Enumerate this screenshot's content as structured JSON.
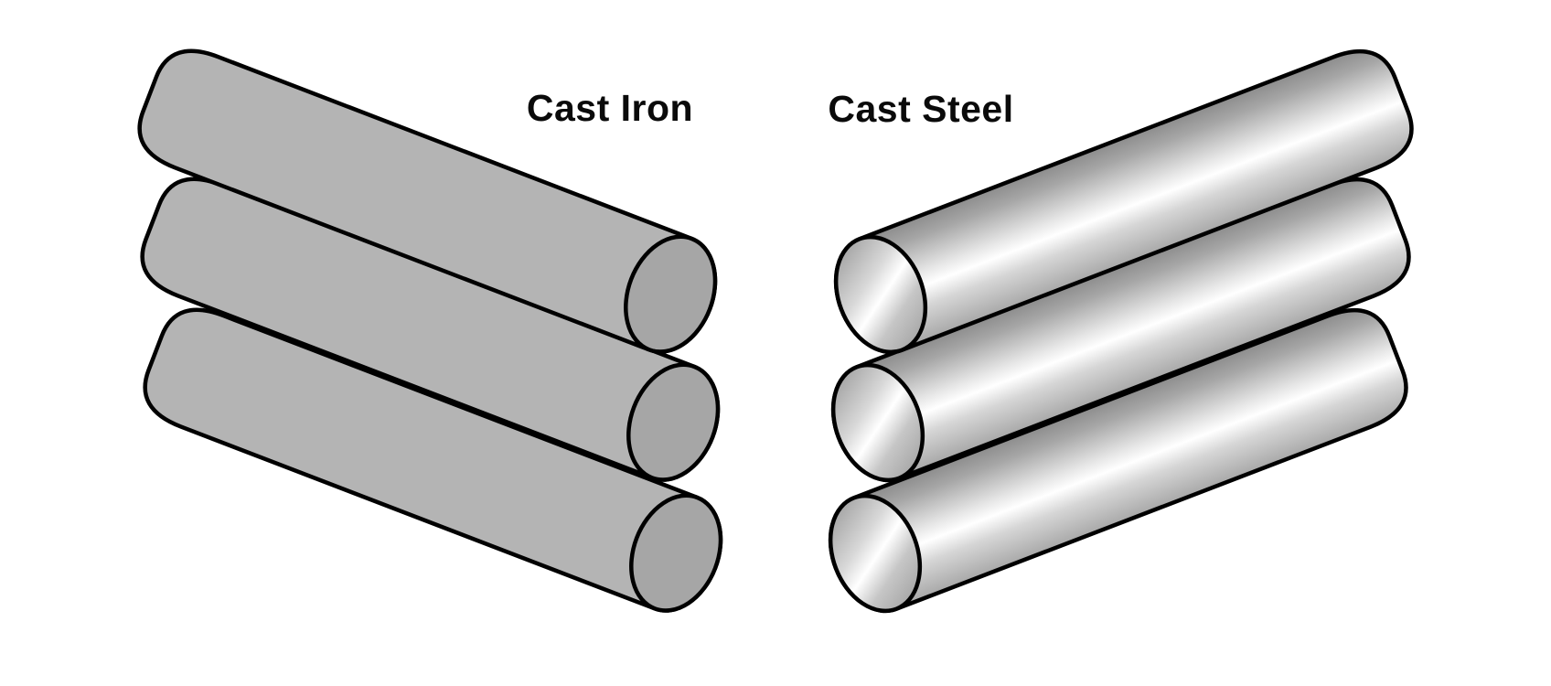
{
  "diagram": {
    "title": "Cast Iron vs Cast Steel bar comparison",
    "left_group": {
      "label": "Cast Iron",
      "cylinder_count": 3,
      "finish": "matte flat gray",
      "orientation": "sloping down to the right, end faces on the right"
    },
    "right_group": {
      "label": "Cast Steel",
      "cylinder_count": 3,
      "finish": "polished metallic with white highlight band",
      "orientation": "sloping up to the right, end faces on the left"
    }
  },
  "colors": {
    "background": "#ffffff",
    "outline": "#000000",
    "label_text": "#0a0a0a",
    "iron_body": "#b4b4b4",
    "iron_face": "#a6a6a6",
    "steel_edge_top": "#8c8c8c",
    "steel_upper": "#a6a6a6",
    "steel_light": "#e6e6e6",
    "steel_highlight": "#ffffff",
    "steel_lower": "#d6d6d6",
    "steel_edge_bottom": "#a8a8a8",
    "steel_face_dark": "#8e8e8e",
    "steel_face_light": "#d8d8d8",
    "steel_face_highlight": "#ffffff",
    "steel_face_mid": "#c6c6c6",
    "steel_face_shadow": "#969696"
  }
}
